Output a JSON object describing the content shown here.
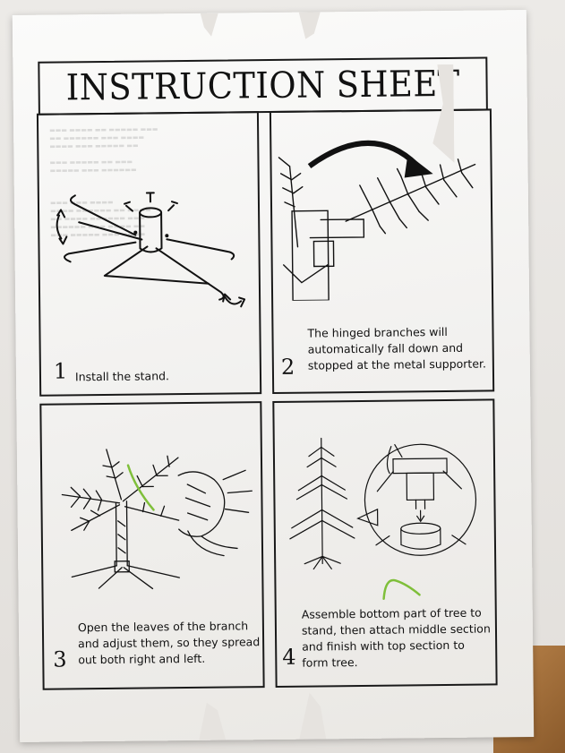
{
  "title": "INSTRUCTION SHEET",
  "steps": [
    {
      "number": "1",
      "lines": [
        "Install the stand."
      ]
    },
    {
      "number": "2",
      "lines": [
        "The hinged branches will",
        "automatically fall down and",
        "stopped at the metal supporter."
      ]
    },
    {
      "number": "3",
      "lines": [
        "Open the leaves of the branch",
        "and adjust them, so they spread",
        "out both right and left."
      ]
    },
    {
      "number": "4",
      "lines": [
        "Assemble bottom part of tree to",
        "stand, then attach middle section",
        "and finish with top section to",
        "form tree."
      ]
    }
  ],
  "colors": {
    "ink": "#111111",
    "paper": "#f5f4f2",
    "needle": "#7fbf3a"
  }
}
